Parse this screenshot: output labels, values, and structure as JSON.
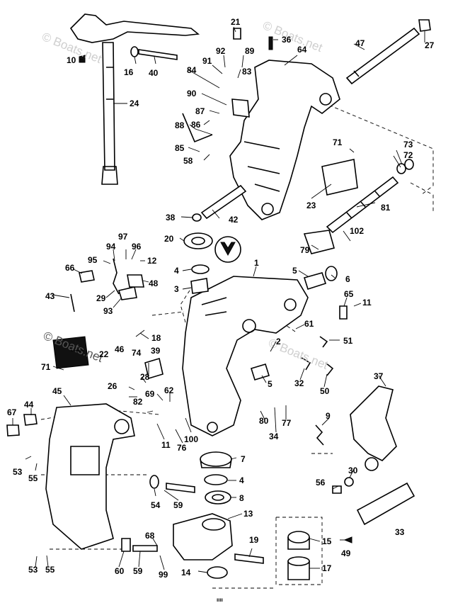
{
  "watermarks": [
    "© Boats.net",
    "© Boats.net",
    "© Boats.net",
    "© Boats.net"
  ],
  "callouts": [
    "1",
    "2",
    "3",
    "4",
    "4",
    "5",
    "5",
    "6",
    "7",
    "8",
    "9",
    "10",
    "11",
    "11",
    "12",
    "13",
    "14",
    "15",
    "16",
    "17",
    "18",
    "19",
    "20",
    "21",
    "22",
    "23",
    "24",
    "26",
    "27",
    "28",
    "29",
    "30",
    "32",
    "33",
    "34",
    "36",
    "37",
    "38",
    "39",
    "40",
    "42",
    "43",
    "44",
    "45",
    "46",
    "47",
    "48",
    "49",
    "50",
    "51",
    "53",
    "53",
    "54",
    "55",
    "55",
    "56",
    "58",
    "59",
    "59",
    "60",
    "61",
    "62",
    "64",
    "65",
    "66",
    "67",
    "68",
    "69",
    "71",
    "71",
    "72",
    "73",
    "74",
    "76",
    "77",
    "79",
    "80",
    "81",
    "82",
    "83",
    "84",
    "85",
    "86",
    "87",
    "88",
    "89",
    "90",
    "91",
    "92",
    "93",
    "94",
    "95",
    "96",
    "97",
    "99",
    "100",
    "102"
  ],
  "footer_mark": "ıııı"
}
